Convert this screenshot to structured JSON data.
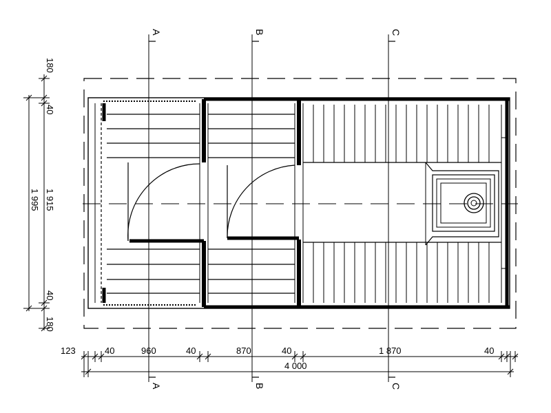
{
  "sections": {
    "a_label": "A",
    "b_label": "B",
    "c_label": "C"
  },
  "dims_bottom": {
    "d0": "123",
    "d1": "40",
    "d2": "960",
    "d3": "40",
    "d4": "870",
    "d5": "40",
    "d6": "1 870",
    "d7": "40",
    "total": "4 000"
  },
  "dims_left": {
    "top_offset": "180",
    "top_wall": "40",
    "inner": "1 915",
    "total": "1 995",
    "bottom_wall": "40",
    "bottom_offset": "180"
  }
}
